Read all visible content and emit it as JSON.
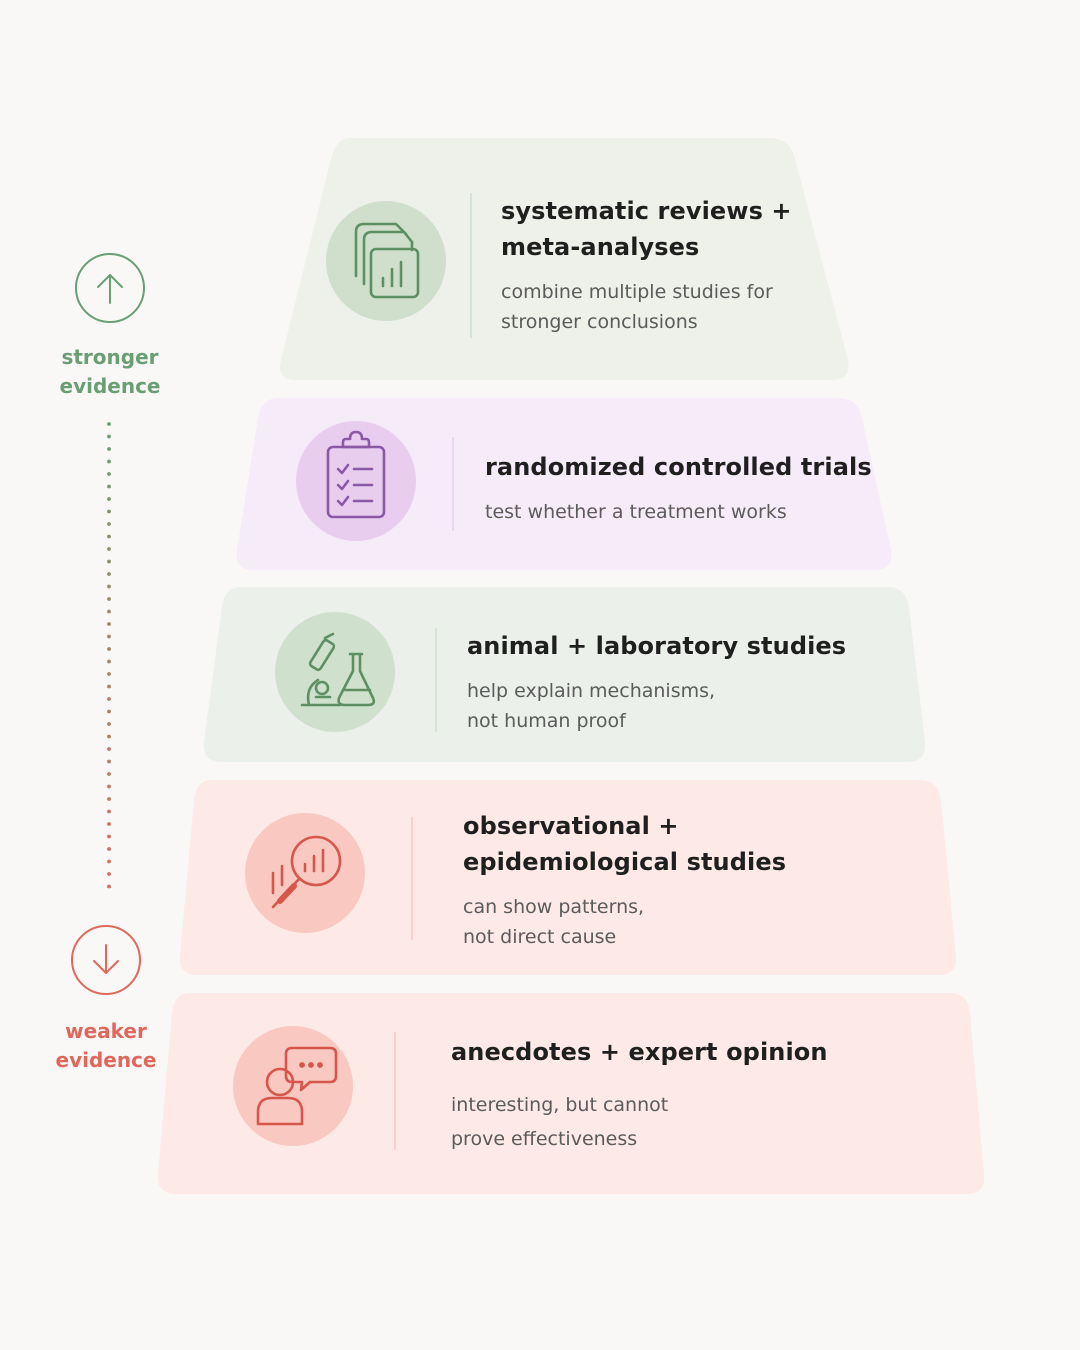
{
  "axis": {
    "top_label": "stronger\nevidence",
    "bottom_label": "weaker\nevidence",
    "top_icon": "arrow-up-icon",
    "bottom_icon": "arrow-down-icon",
    "colors": {
      "strong": "#6a9e73",
      "weak": "#e0675c"
    }
  },
  "tiers": [
    {
      "title": "systematic reviews +\nmeta-analyses",
      "description": "combine multiple studies for\nstronger conclusions",
      "icon": "stacked-documents-chart-icon",
      "colors": {
        "fill": "#eef0ea",
        "circle": "#cfdfcb",
        "line": "#5e8f62"
      }
    },
    {
      "title": "randomized controlled trials",
      "description": "test whether a treatment works",
      "icon": "clipboard-checklist-icon",
      "colors": {
        "fill": "#f6ebf9",
        "circle": "#e8cdef",
        "line": "#8a58a5"
      }
    },
    {
      "title": "animal + laboratory studies",
      "description": "help explain mechanisms,\nnot human proof",
      "icon": "microscope-flask-icon",
      "colors": {
        "fill": "#ebf0ea",
        "circle": "#cfe0cd",
        "line": "#5e8f62"
      }
    },
    {
      "title": "observational +\nepidemiological studies",
      "description": "can show patterns,\nnot direct cause",
      "icon": "magnifier-chart-icon",
      "colors": {
        "fill": "#fde9e6",
        "circle": "#f8c8c1",
        "line": "#d6564b"
      }
    },
    {
      "title": "anecdotes + expert opinion",
      "description": "interesting, but cannot\nprove effectiveness",
      "icon": "person-speech-bubble-icon",
      "colors": {
        "fill": "#fde9e6",
        "circle": "#f8c8c1",
        "line": "#d6564b"
      }
    }
  ]
}
